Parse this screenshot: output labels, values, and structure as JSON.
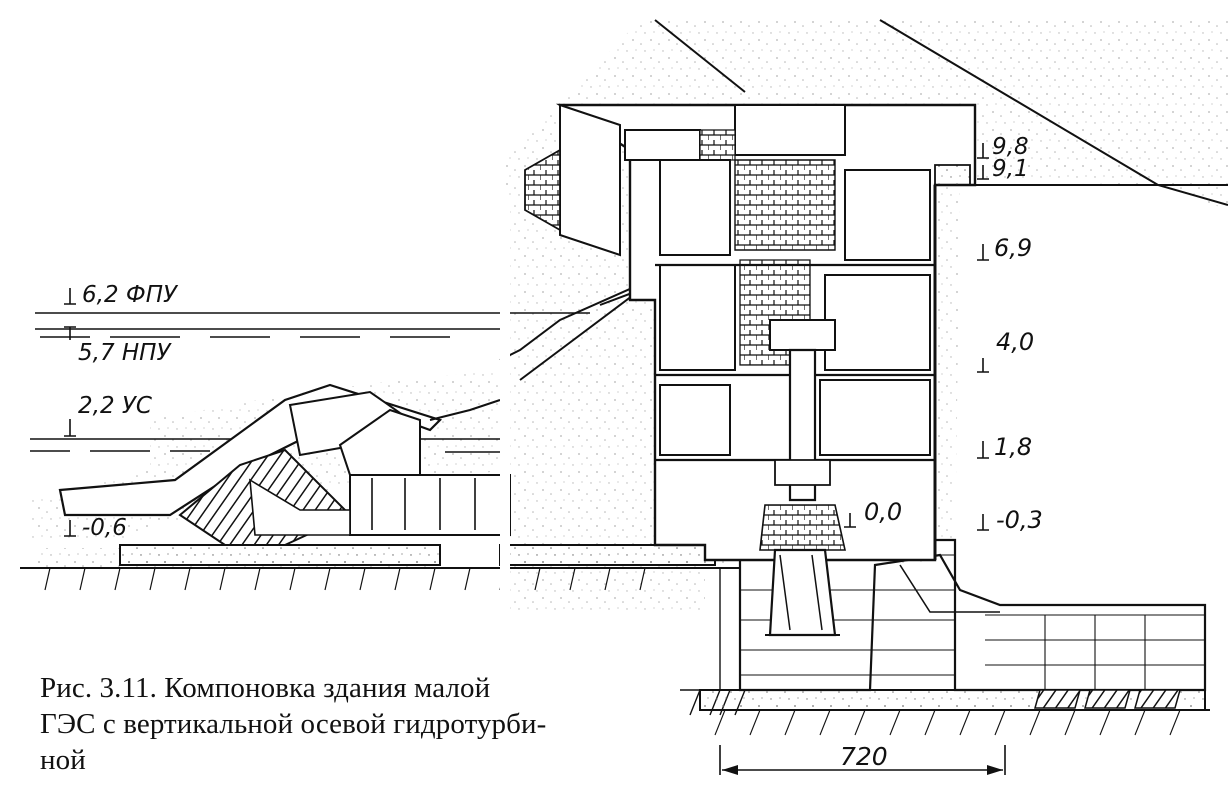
{
  "diagram": {
    "levels": {
      "fpu": "6,2  ФПУ",
      "npu": "5,7  НПУ",
      "us": "2,2  УС",
      "bottom_left": "-0,6",
      "top_98": "9,8",
      "top_91": "9,1",
      "level_69": "6,9",
      "level_40": "4,0",
      "level_18": "1,8",
      "level_00": "0,0",
      "level_m03": "-0,3"
    },
    "dimension": "720"
  },
  "caption": {
    "line1": "Рис. 3.11. Компоновка здания малой",
    "line2": "ГЭС с вертикальной осевой гидротурби-",
    "line3": "ной"
  },
  "colors": {
    "ink": "#111111",
    "paper": "#ffffff",
    "stipple": "#777777"
  }
}
